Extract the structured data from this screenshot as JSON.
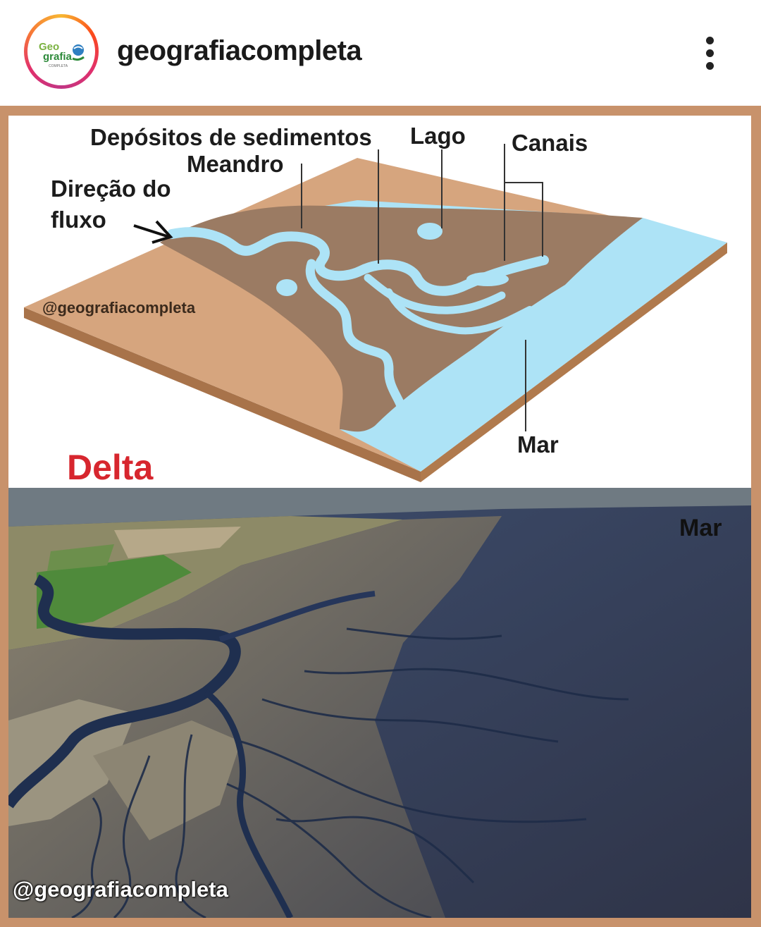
{
  "header": {
    "username": "geografiacompleta",
    "avatar_text": "Geografia",
    "menu_icon": "more-vertical-icon"
  },
  "diagram": {
    "labels": {
      "depositos": "Depósitos de sedimentos",
      "lago": "Lago",
      "canais": "Canais",
      "meandro": "Meandro",
      "direcao_line1": "Direção do",
      "direcao_line2": "fluxo",
      "mar": "Mar",
      "delta": "Delta"
    },
    "watermark": "@geografiacompleta",
    "colors": {
      "land": "#d6a57e",
      "sediment": "#9b7b63",
      "water": "#ade3f6",
      "edge": "#b07a4d",
      "delta_title": "#d7262e"
    }
  },
  "photo": {
    "label_mar": "Mar",
    "watermark": "@geografiacompleta"
  }
}
